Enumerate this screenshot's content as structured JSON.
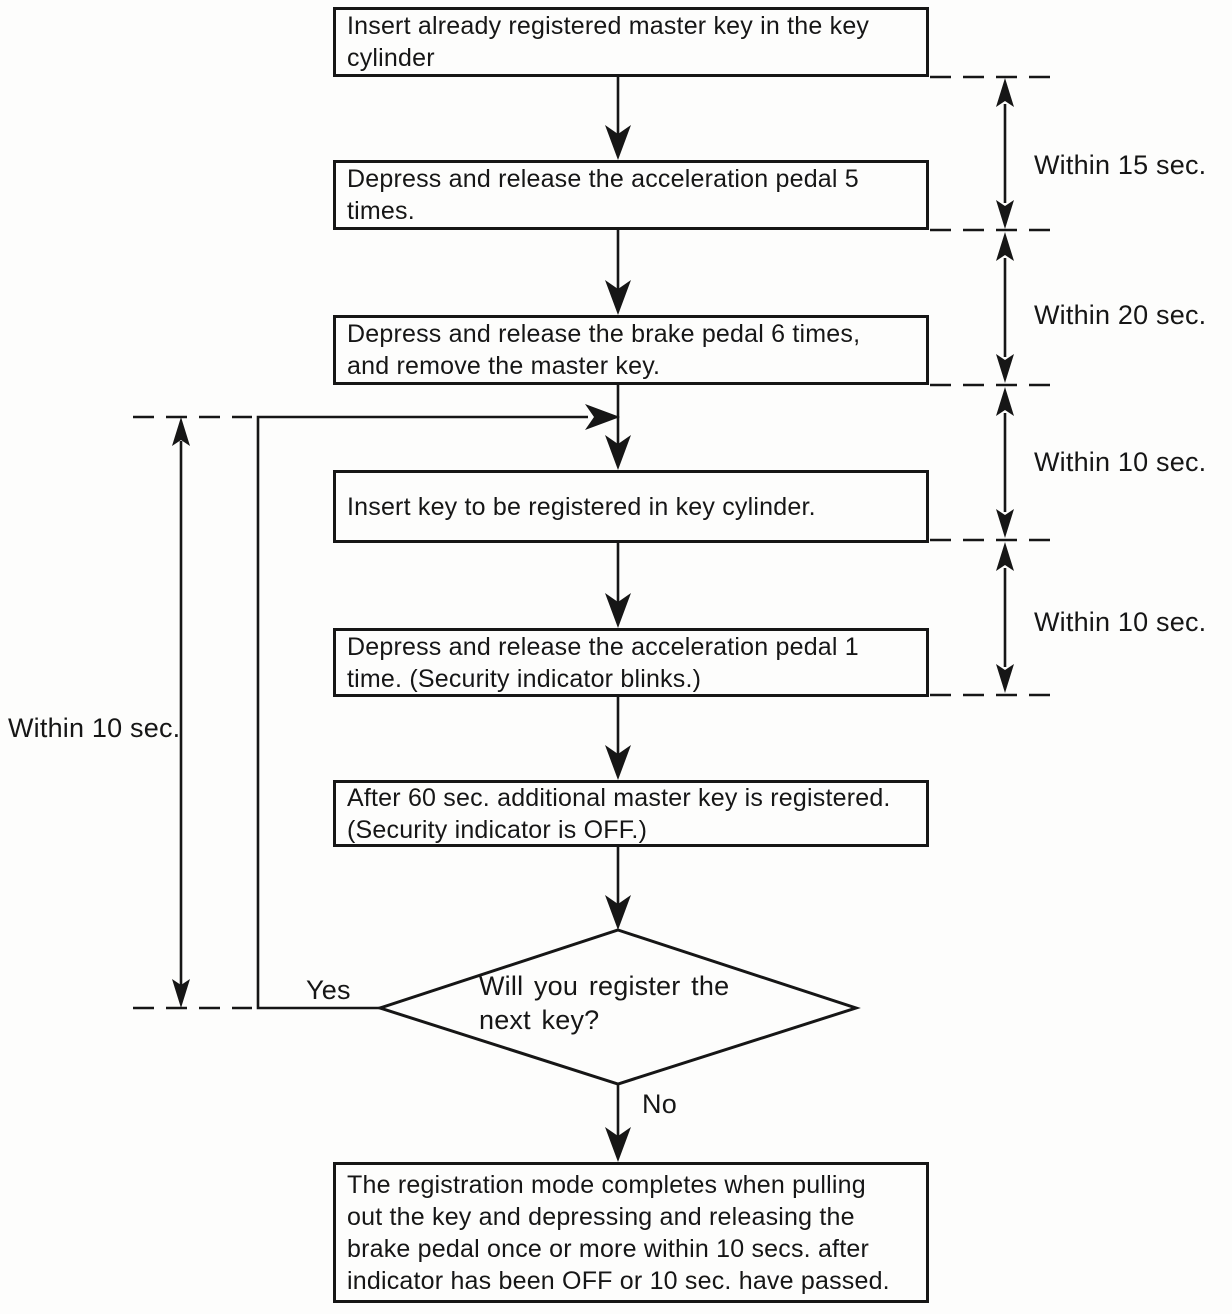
{
  "diagram": {
    "type": "flowchart",
    "subject": "Key registration procedure",
    "colors": {
      "ink": "#161616",
      "paper": "#fdfdfc"
    },
    "steps": [
      {
        "text": "Insert already registered master key in the key\ncylinder"
      },
      {
        "text": "Depress and release the acceleration pedal 5\ntimes."
      },
      {
        "text": "Depress and release the brake pedal 6 times,\nand remove the master key."
      },
      {
        "text": "Insert key to be registered in key cylinder."
      },
      {
        "text": "Depress and release the acceleration pedal 1\ntime. (Security indicator blinks.)"
      },
      {
        "text": "After 60 sec. additional master key is registered.\n(Security indicator is OFF.)"
      },
      {
        "text": "The registration mode completes when pulling\nout the key and depressing and releasing the\nbrake pedal once or more within 10 secs. after\nindicator has been OFF or 10 sec. have passed."
      }
    ],
    "decision": {
      "text": "Will you register the\nnext key?",
      "yes_label": "Yes",
      "no_label": "No"
    },
    "timing": {
      "left": "Within 10 sec.",
      "right": [
        "Within 15 sec.",
        "Within 20 sec.",
        "Within 10 sec.",
        "Within 10 sec."
      ]
    }
  }
}
